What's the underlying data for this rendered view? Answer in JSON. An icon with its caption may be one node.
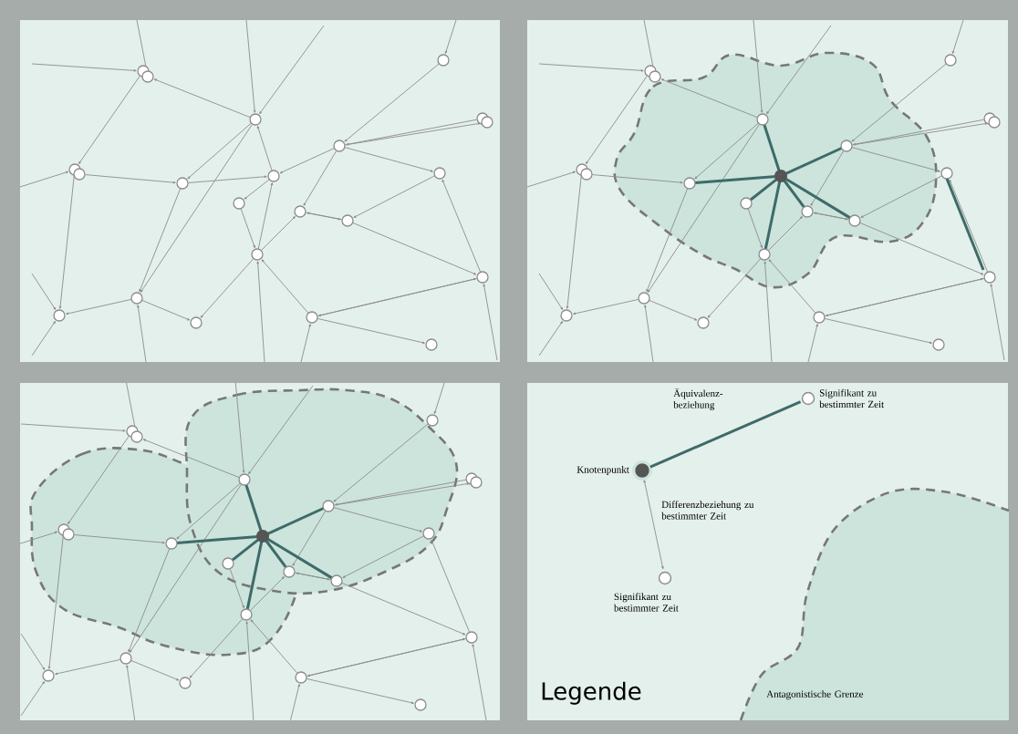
{
  "diagram": {
    "nodes": [
      {
        "text": [],
        "shape": "circle",
        "beside": [
          "Signifikant zu bestimmter Zeit"
        ]
      },
      {
        "text": [],
        "shape": "circle",
        "beside": [
          "Knotenpunkt"
        ]
      },
      {
        "text": [],
        "shape": "circle",
        "beside": [
          "Signifikant zu bestimmter Zeit"
        ]
      },
      {
        "text": [
          "Antagonistische Grenze"
        ]
      }
    ],
    "edges": [
      {
        "from": 1,
        "to": 0,
        "arrow": "none",
        "style": "thick",
        "color": "#3e6b69",
        "label": "Äquivalenz-beziehung"
      },
      {
        "from": 1,
        "to": 2,
        "arrow": "both",
        "label": "Differenzbeziehung zu bestimmter Zeit"
      }
    ],
    "labels": [
      "Legende"
    ]
  }
}
